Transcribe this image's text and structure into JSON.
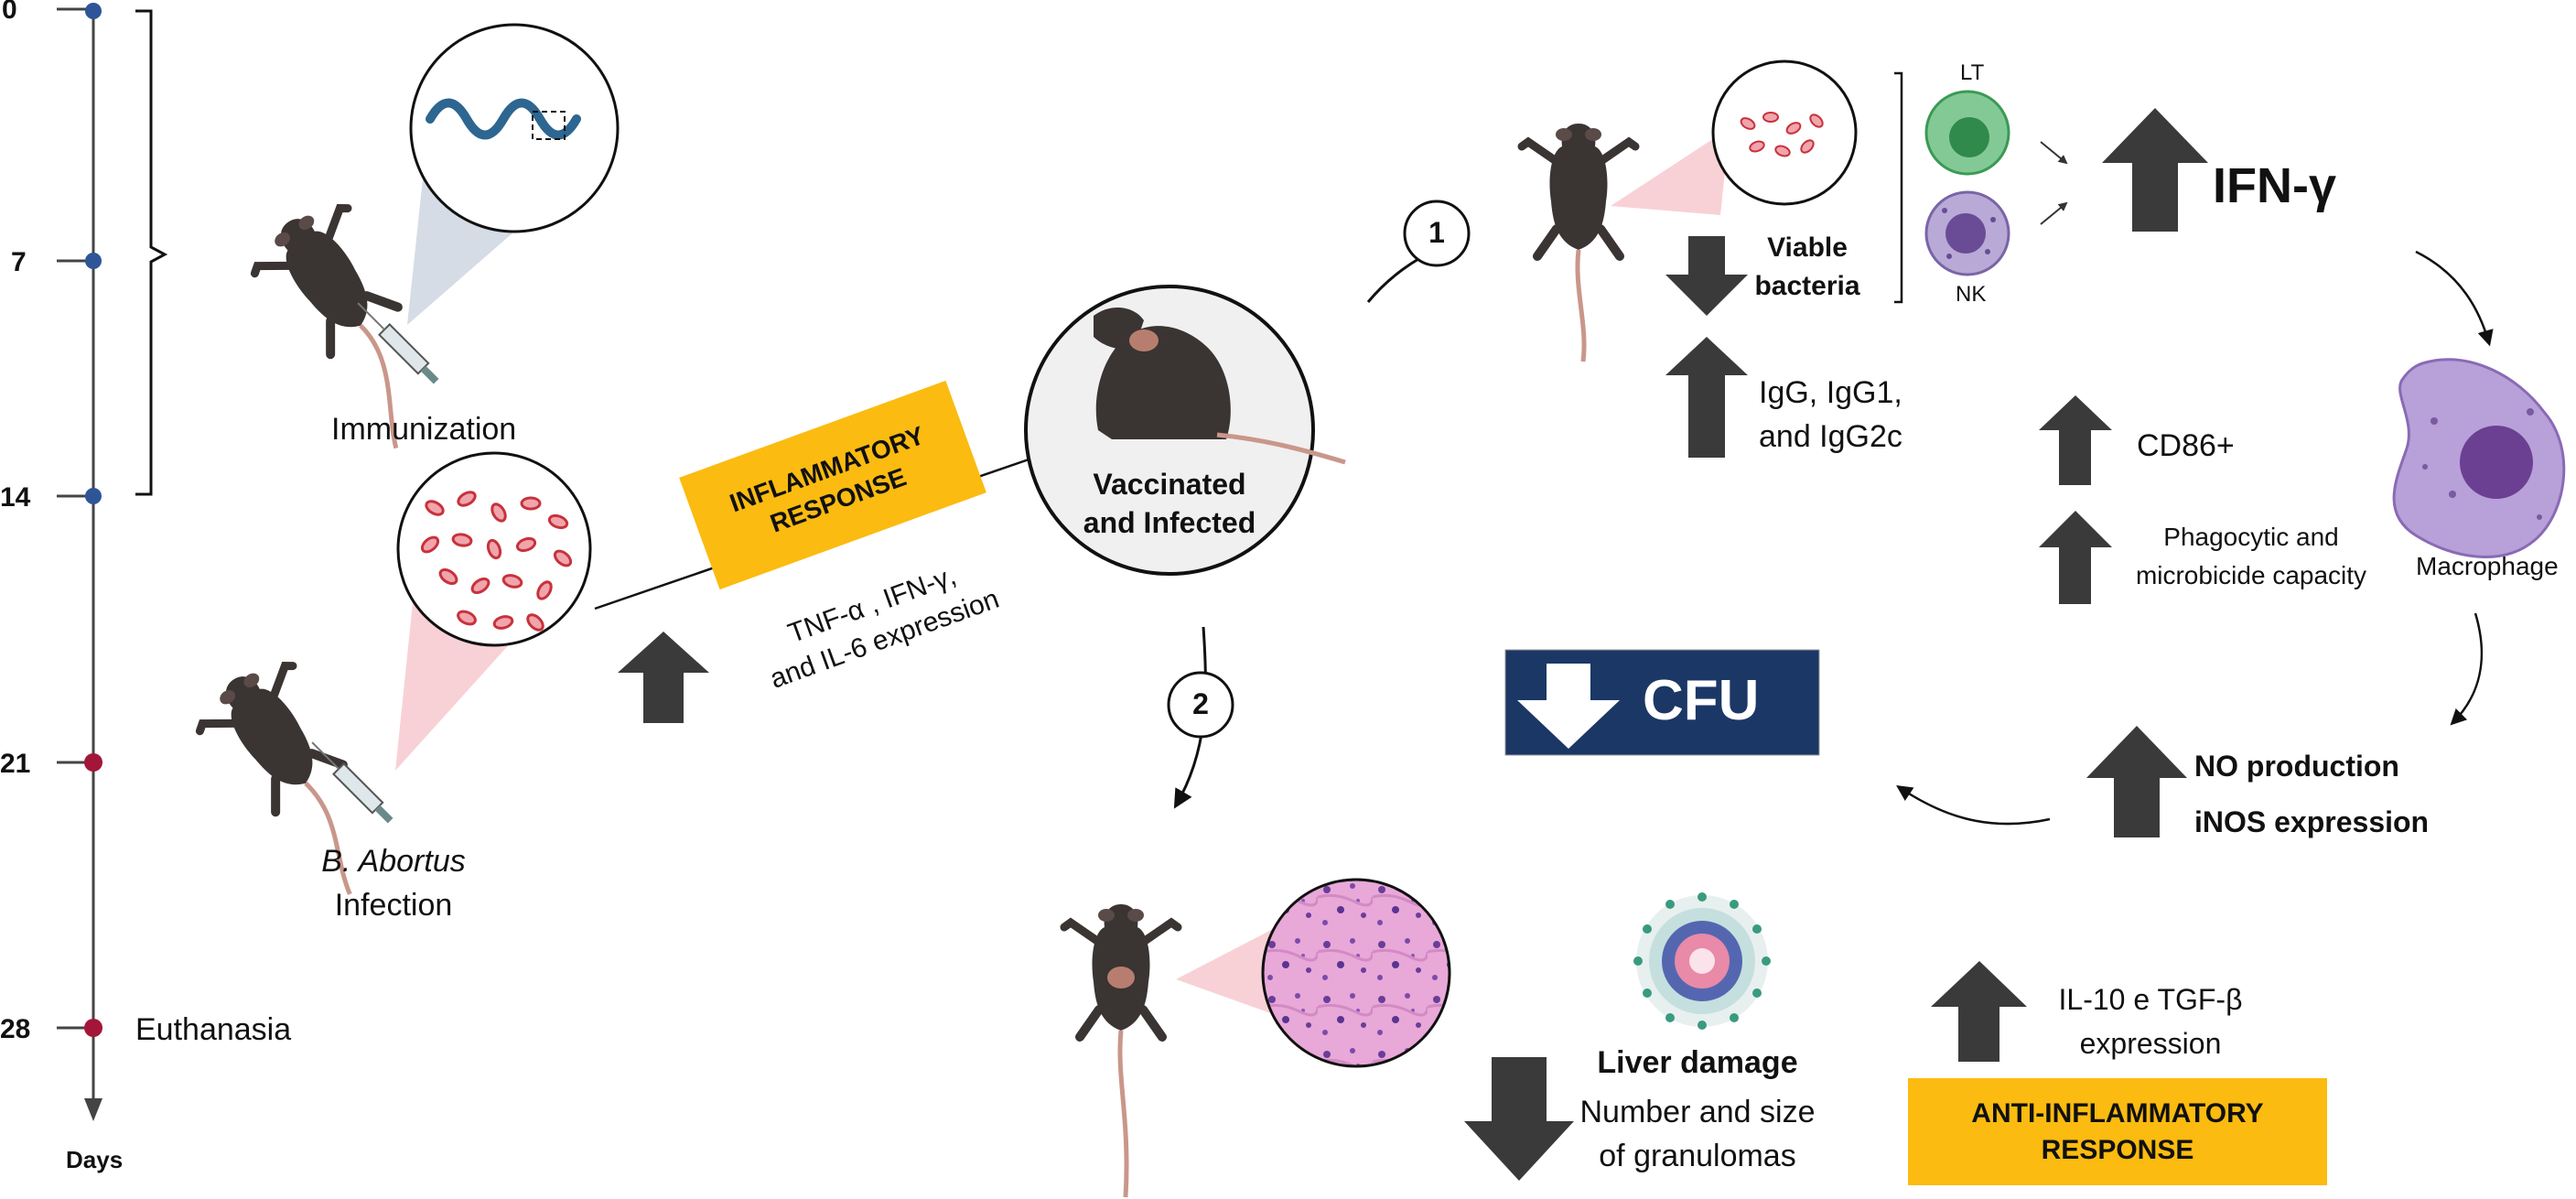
{
  "timeline": {
    "ticks": [
      "0",
      "7",
      "14",
      "21",
      "28"
    ],
    "axis_label": "Days",
    "euthanasia": "Euthanasia"
  },
  "left": {
    "immunization": "Immunization",
    "infection_species": "B. Abortus",
    "infection_label": "Infection",
    "inflammatory_box": [
      "INFLAMMATORY",
      "RESPONSE"
    ],
    "inflammatory_text": [
      "TNF-α , IFN-γ,",
      "and IL-6 expression"
    ]
  },
  "center": {
    "label": [
      "Vaccinated",
      "and Infected"
    ],
    "step1": "1",
    "step2": "2"
  },
  "pathway1": {
    "viable": [
      "Viable",
      "bacteria"
    ],
    "lt": "LT",
    "nk": "NK",
    "ifn": "IFN-γ",
    "igg": [
      "IgG, IgG1,",
      "and IgG2c"
    ],
    "cd86": "CD86+",
    "phago": [
      "Phagocytic and",
      "microbicide capacity"
    ],
    "macrophage": "Macrophage",
    "cfu": "CFU",
    "no": "NO production",
    "inos": "iNOS expression"
  },
  "pathway2": {
    "liver_damage": "Liver damage",
    "granulomas": [
      "Number and size",
      "of granulomas"
    ],
    "il10": [
      "IL-10 e TGF-β",
      "expression"
    ],
    "anti_box": [
      "ANTI-INFLAMMATORY",
      "RESPONSE"
    ]
  },
  "colors": {
    "timeline_blue": "#2e5597",
    "timeline_red": "#a3163a",
    "arrow_dark": "#3a3a3a",
    "yellow": "#fbbb10",
    "cfu_navy": "#1b3766",
    "mouse": "#3a3433"
  }
}
